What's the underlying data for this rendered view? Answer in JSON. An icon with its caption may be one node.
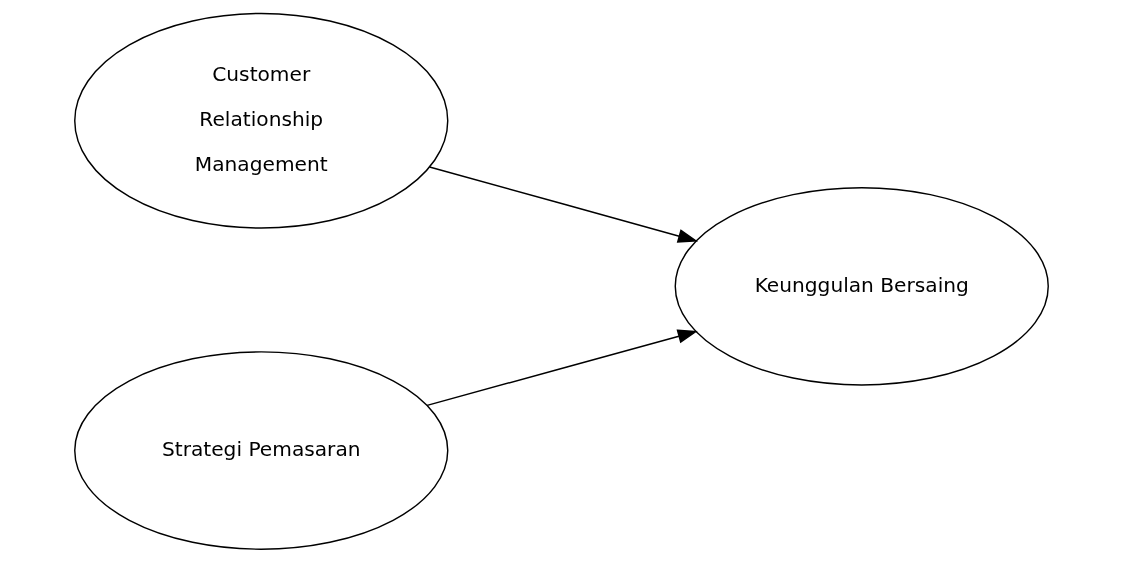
{
  "diagram": {
    "nodes": [
      {
        "text": [
          "Customer Relationship Management"
        ]
      },
      {
        "text": [
          "Strategi Pemasaran"
        ]
      },
      {
        "text": [
          "Keunggulan Bersaing"
        ]
      }
    ],
    "edges": [
      {
        "from": 0,
        "to": 2,
        "arrow": "to"
      },
      {
        "from": 1,
        "to": 2,
        "arrow": "to"
      }
    ]
  }
}
